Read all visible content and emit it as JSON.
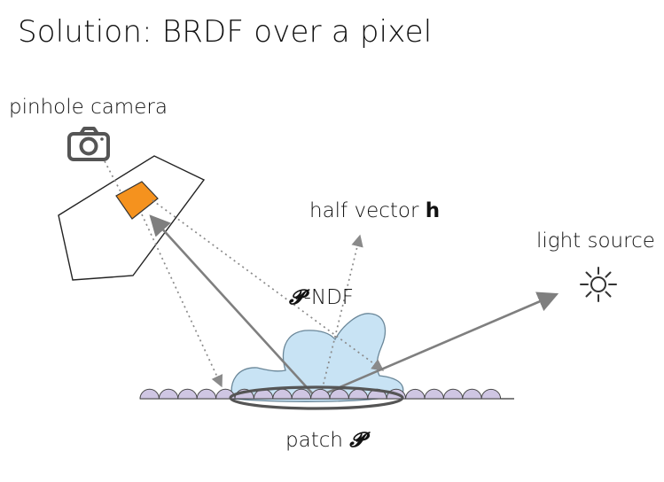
{
  "slide": {
    "title": "Solution: BRDF over a pixel"
  },
  "labels": {
    "camera": "pinhole camera",
    "half_vector": "half vector",
    "half_vector_symbol": "h",
    "light": "light source",
    "ndf_symbol": "𝓟",
    "ndf_suffix": "-NDF",
    "patch": "patch",
    "patch_symbol": "𝓟"
  },
  "icons": {
    "camera": "camera-icon",
    "light": "sun-icon"
  },
  "colors": {
    "pixel_fill": "#f5921e",
    "ndf_fill": "#c8e3f4",
    "surface_bump": "#cfc6e3",
    "ray": "#7f7f7f"
  }
}
